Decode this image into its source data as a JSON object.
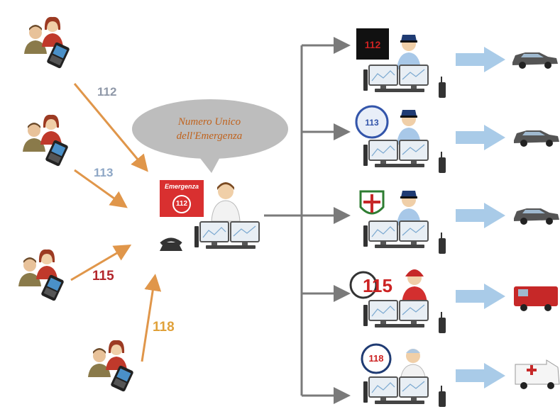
{
  "bubble": {
    "line1": "Numero Unico",
    "line2": "dell'Emergenza"
  },
  "callers": [
    {
      "number": "112",
      "color": "#8f98a8"
    },
    {
      "number": "113",
      "color": "#8ea7c6"
    },
    {
      "number": "115",
      "color": "#b3262c"
    },
    {
      "number": "118",
      "color": "#e0a13a"
    }
  ],
  "center": {
    "badge_label": "Emergenza",
    "badge_number": "112",
    "badge_color": "#d93030"
  },
  "dispatch": [
    {
      "service": "carabinieri",
      "logo_text": "112",
      "vehicle": "carabinieri-car"
    },
    {
      "service": "polizia",
      "logo_text": "113",
      "vehicle": "police-car"
    },
    {
      "service": "polizia-locale",
      "logo_text": "",
      "vehicle": "local-police-car"
    },
    {
      "service": "vigili-del-fuoco",
      "logo_text": "115",
      "vehicle": "fire-truck"
    },
    {
      "service": "emergenza-sanitaria",
      "logo_text": "118",
      "vehicle": "ambulance"
    }
  ],
  "colors": {
    "caller_arrow": "#e0964a",
    "dispatch_line": "#7a7a7a",
    "vehicle_arrow": "#a9cbe8",
    "bubble": "#bdbdbd"
  }
}
